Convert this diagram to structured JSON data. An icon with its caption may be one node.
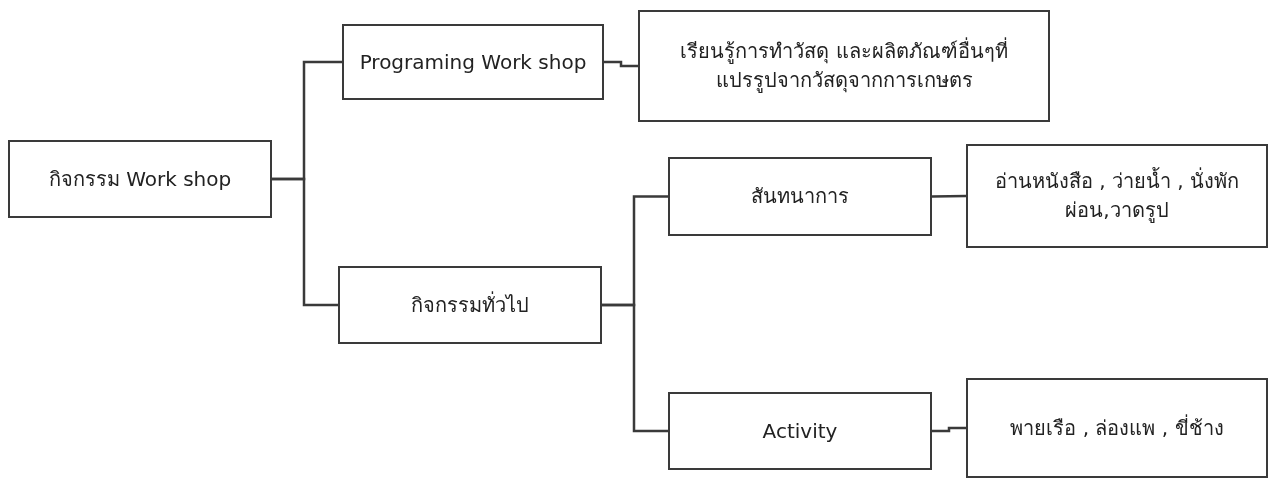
{
  "diagram": {
    "nodes": [
      {
        "text": [
          "กิจกรรม Work shop"
        ]
      },
      {
        "text": [
          "Programing Work shop"
        ]
      },
      {
        "text": [
          "เรียนรู้การทำวัสดุ และผลิตภัณฑ์อื่นๆที่ แปรรูปจากวัสดุจากการเกษตร"
        ]
      },
      {
        "text": [
          "กิจกรรมทั่วไป"
        ]
      },
      {
        "text": [
          "สันทนาการ"
        ]
      },
      {
        "text": [
          "อ่านหนังสือ , ว่ายน้ำ , นั่งพักผ่อน,วาดรูป"
        ]
      },
      {
        "text": [
          "Activity"
        ]
      },
      {
        "text": [
          "พายเรือ , ล่องแพ , ขี่ช้าง"
        ]
      }
    ],
    "edges": [
      {
        "from": 0,
        "to": 1,
        "arrow": "none"
      },
      {
        "from": 0,
        "to": 3,
        "arrow": "none"
      },
      {
        "from": 1,
        "to": 2,
        "arrow": "none"
      },
      {
        "from": 3,
        "to": 4,
        "arrow": "none"
      },
      {
        "from": 3,
        "to": 6,
        "arrow": "none"
      },
      {
        "from": 4,
        "to": 5,
        "arrow": "none"
      },
      {
        "from": 6,
        "to": 7,
        "arrow": "none"
      }
    ]
  }
}
